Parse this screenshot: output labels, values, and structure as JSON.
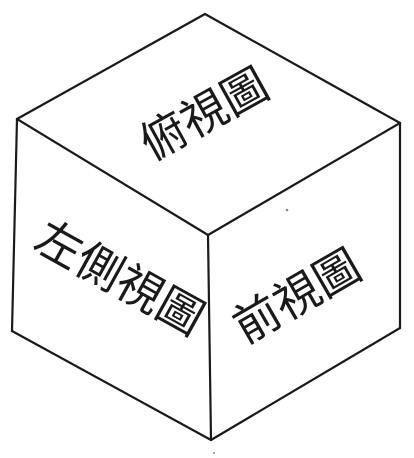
{
  "diagram": {
    "top_face": {
      "label": "俯視圖"
    },
    "left_face": {
      "label": "左側視圖"
    },
    "right_face": {
      "label": "前視圖"
    },
    "line_color": "#1a1a1a",
    "background": "#ffffff"
  }
}
